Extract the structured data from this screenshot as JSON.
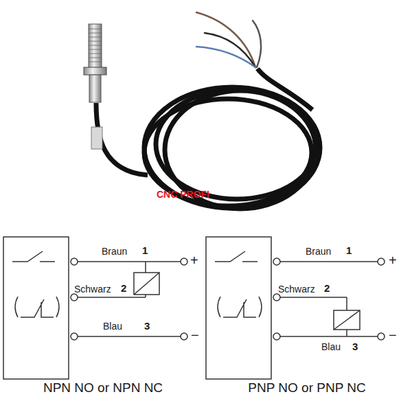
{
  "diagram": {
    "labels": [
      "CNC PROFI",
      "Braun",
      "1",
      "+",
      "Schwarz",
      "2",
      "Blau",
      "3",
      "−",
      "Braun",
      "1",
      "+",
      "Schwarz",
      "2",
      "Blau",
      "3",
      "−",
      "NPN NO or NPN NC",
      "PNP NO or PNP NC"
    ]
  }
}
